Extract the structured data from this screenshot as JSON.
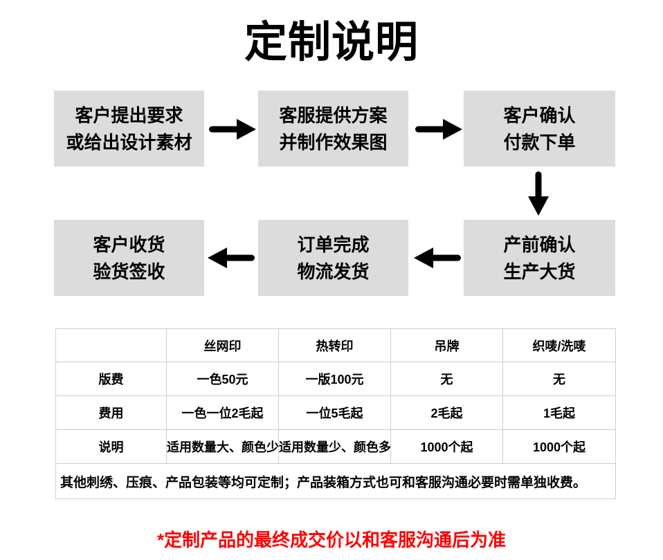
{
  "title": "定制说明",
  "flowchart": {
    "steps": [
      {
        "lines": [
          "客户提出要求",
          "或给出设计素材"
        ]
      },
      {
        "lines": [
          "客服提供方案",
          "并制作效果图"
        ]
      },
      {
        "lines": [
          "客户确认",
          "付款下单"
        ]
      },
      {
        "lines": [
          "产前确认",
          "生产大货"
        ]
      },
      {
        "lines": [
          "订单完成",
          "物流发货"
        ]
      },
      {
        "lines": [
          "客户收货",
          "验货签收"
        ]
      }
    ]
  },
  "table": {
    "header": [
      "",
      "丝网印",
      "热转印",
      "吊牌",
      "织唛/洗唛"
    ],
    "rows": [
      {
        "label": "版费",
        "cells": [
          "一色50元",
          "一版100元",
          "无",
          "无"
        ]
      },
      {
        "label": "费用",
        "cells": [
          "一色一位2毛起",
          "一位5毛起",
          "2毛起",
          "1毛起"
        ]
      },
      {
        "label": "说明",
        "cells": [
          "适用数量大、颜色少",
          "适用数量少、颜色多",
          "1000个起",
          "1000个起"
        ]
      }
    ],
    "note": "其他刺绣、压痕、产品包装等均可定制；产品装箱方式也可和客服沟通必要时需单独收费。"
  },
  "footer": {
    "note": "*定制产品的最终成交价以和客服沟通后为准"
  },
  "colors": {
    "box_gray": "#dcdcdc",
    "arrow_black": "#000000",
    "table_border": "#c9ced6",
    "note_red": "#ff0000"
  },
  "icons": {
    "arrow_right": "arrow-right-icon",
    "arrow_left": "arrow-left-icon",
    "arrow_down": "arrow-down-icon"
  }
}
